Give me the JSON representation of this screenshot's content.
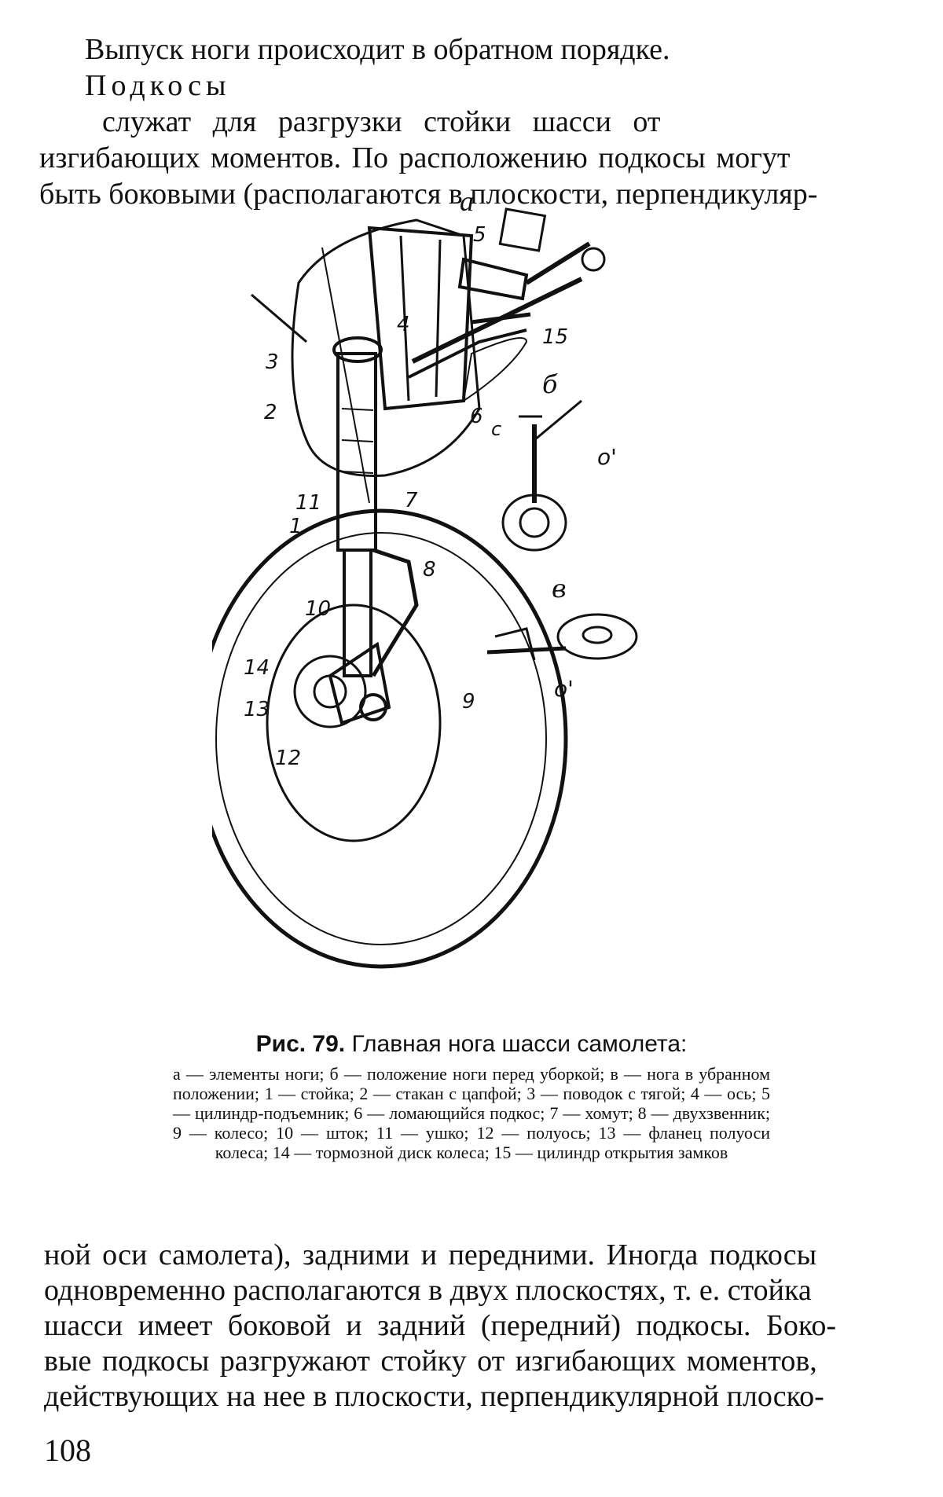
{
  "top_text": {
    "line1": "Выпуск ноги происходит в обратном порядке.",
    "line2_term": "Подкосы",
    "line2_rest": "служат для разгрузки стойки шасси от",
    "line3": "изгибающих моментов. По расположению подкосы могут",
    "line4": "быть боковыми (располагаются в плоскости, перпендикуляр-"
  },
  "figure": {
    "label_a": "а",
    "label_b": "б",
    "label_v": "в",
    "label_o1": "о'",
    "label_o2": "о'",
    "label_c": "с",
    "callouts": [
      "1",
      "2",
      "3",
      "4",
      "5",
      "6",
      "7",
      "8",
      "9",
      "10",
      "11",
      "12",
      "13",
      "14",
      "15"
    ]
  },
  "caption": {
    "fig_num": "Рис. 79.",
    "title": "Главная нога шасси самолета:",
    "body": "а — элементы ноги; б — положение ноги перед уборкой; в — нога в убранном положении; 1 — стойка; 2 — стакан с цапфой; 3 — поводок с тягой; 4 — ось; 5 — цилиндр-подъемник; 6 — ломающийся подкос; 7 — хомут; 8 — двухзвенник; 9 — колесо; 10 — шток; 11 — ушко; 12 — полуось; 13 — фланец полуоси колеса; 14 — тормозной диск колеса; 15 — цилиндр открытия замков"
  },
  "bottom_text": {
    "line1": "ной оси самолета), задними и передними. Иногда подкосы",
    "line2": "одновременно располагаются в двух плоскостях, т. е. стойка",
    "line3": "шасси имеет боковой и задний (передний) подкосы. Боко-",
    "line4": "вые подкосы разгружают стойку от изгибающих моментов,",
    "line5": "действующих на нее в плоскости, перпендикулярной плоско-"
  },
  "page_number": "108"
}
